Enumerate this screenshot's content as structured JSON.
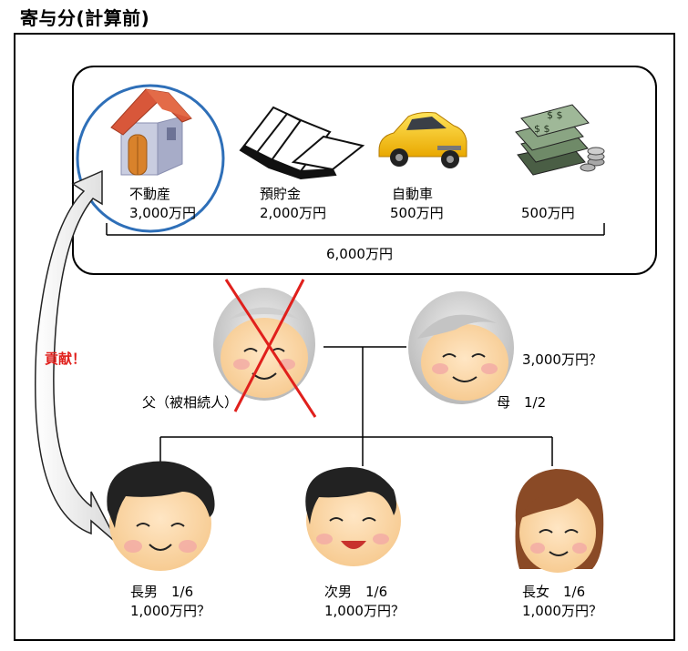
{
  "title": "寄与分(計算前)",
  "assets": [
    {
      "name": "不動産",
      "value": "3,000万円",
      "icon": "house-icon"
    },
    {
      "name": "預貯金",
      "value": "2,000万円",
      "icon": "bankbook-icon"
    },
    {
      "name": "自動車",
      "value": "500万円",
      "icon": "car-icon"
    },
    {
      "name": "",
      "value": "500万円",
      "icon": "cash-icon"
    }
  ],
  "total": "6,000万円",
  "contribution_label": "貢献！",
  "father": {
    "label": "父（被相続人）"
  },
  "mother": {
    "share": "母　1/2",
    "amount": "3,000万円？"
  },
  "children": [
    {
      "share": "長男　1/6",
      "amount": "1,000万円？"
    },
    {
      "share": "次男　1/6",
      "amount": "1,000万円？"
    },
    {
      "share": "長女　1/6",
      "amount": "1,000万円？"
    }
  ],
  "colors": {
    "circle": "#2e6fb8",
    "cross": "#e0201c",
    "accent_text": "#e0201c"
  }
}
